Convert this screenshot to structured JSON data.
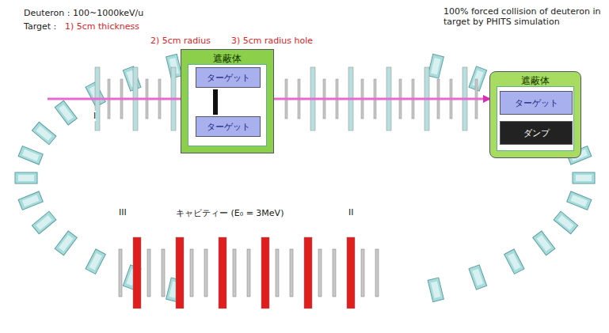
{
  "diagram": {
    "nodes": [
      {
        "text": [
          "遮蔽体"
        ]
      },
      {
        "text": [
          "ターゲット"
        ],
        "in": 0
      },
      {
        "text": [
          "ターゲット"
        ],
        "in": 0
      },
      {
        "text": [
          "遮蔽体"
        ]
      },
      {
        "text": [
          "ターゲット"
        ],
        "in": 3
      },
      {
        "text": [
          "ダンプ"
        ],
        "in": 3
      }
    ],
    "edges": [
      {
        "from": 0,
        "to": 3,
        "arrow": "to"
      }
    ],
    "labels": [
      "Deuteron : 100~1000keV/u",
      "Target :",
      "1) 5cm thickness",
      "2) 5cm radius",
      "3) 5cm radius hole",
      "100% forced collision of deuteron in target by PHITS simulation",
      "I",
      "II",
      "III",
      "キャビティー (E₀ = 3MeV)"
    ]
  }
}
